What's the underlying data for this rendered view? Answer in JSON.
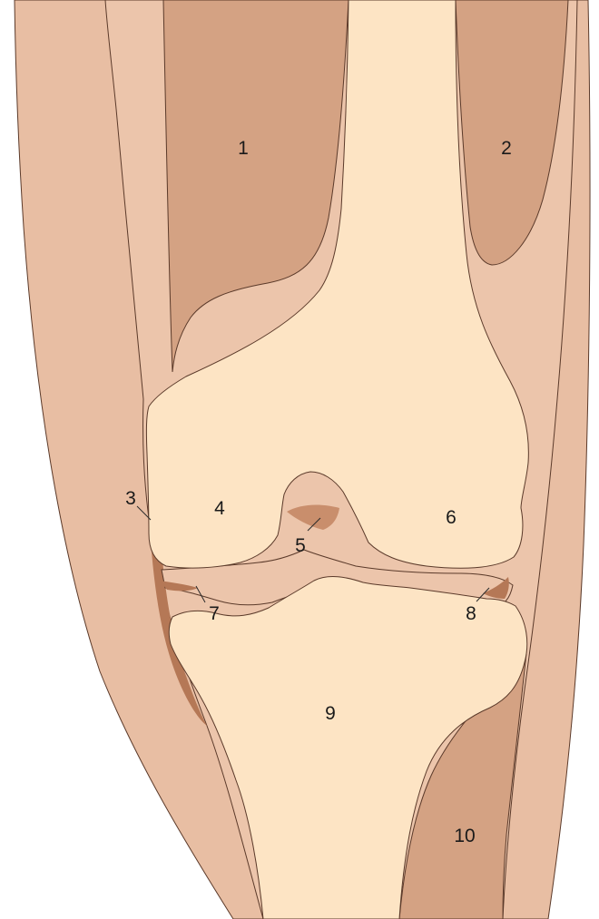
{
  "colors": {
    "skin": "#e8bea3",
    "soft_tissue": "#ecc5ab",
    "muscle": "#d4a283",
    "bone": "#fde4c4",
    "cartilage": "#ecc5ab",
    "ligament": "#b57856",
    "outline": "#5b3a2a"
  },
  "labels": [
    {
      "id": "1",
      "text": "1"
    },
    {
      "id": "2",
      "text": "2"
    },
    {
      "id": "3",
      "text": "3"
    },
    {
      "id": "4",
      "text": "4"
    },
    {
      "id": "5",
      "text": "5"
    },
    {
      "id": "6",
      "text": "6"
    },
    {
      "id": "7",
      "text": "7"
    },
    {
      "id": "8",
      "text": "8"
    },
    {
      "id": "9",
      "text": "9"
    },
    {
      "id": "10",
      "text": "10"
    }
  ]
}
